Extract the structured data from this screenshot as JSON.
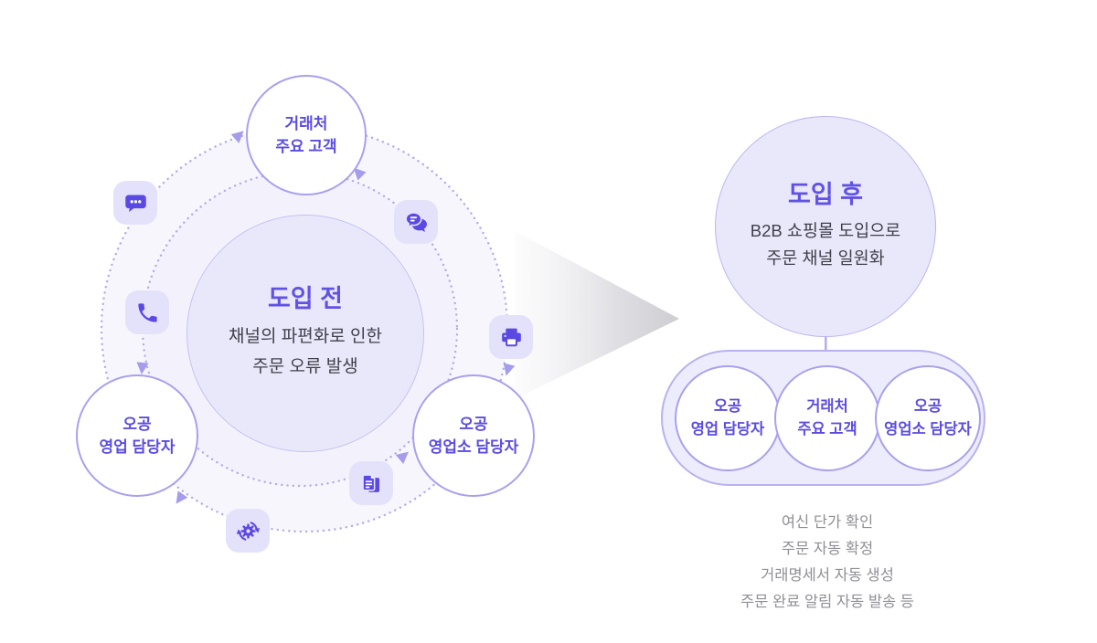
{
  "before": {
    "title": "도입 전",
    "subtitle_line1": "채널의 파편화로 인한",
    "subtitle_line2": "주문 오류 발생",
    "node_top": {
      "line1": "거래처",
      "line2": "주요 고객"
    },
    "node_left": {
      "line1": "오공",
      "line2": "영업 담당자"
    },
    "node_right": {
      "line1": "오공",
      "line2": "영업소 담당자"
    },
    "icons": [
      "chat-dots-icon",
      "chat-double-icon",
      "phone-icon",
      "printer-icon",
      "documents-icon",
      "sync-gear-icon"
    ]
  },
  "after": {
    "title": "도입 후",
    "subtitle_line1": "B2B 쇼핑몰 도입으로",
    "subtitle_line2": "주문 채널 일원화",
    "nodes": [
      {
        "line1": "오공",
        "line2": "영업 담당자"
      },
      {
        "line1": "거래처",
        "line2": "주요 고객"
      },
      {
        "line1": "오공",
        "line2": "영업소 담당자"
      }
    ],
    "benefits": [
      "여신 단가 확인",
      "주문 자동 확정",
      "거래명세서 자동 생성",
      "주문 완료 알림 자동 발송 등"
    ]
  },
  "colors": {
    "accent_purple": "#6152e6",
    "node_text_purple": "#5b4ce0",
    "icon_glyph": "#5b49e3",
    "icon_bg": "#e4e2fb",
    "circle_fill": "#e9e8fa",
    "circle_border": "#c6c0f3",
    "node_border": "#a9a0ee",
    "ring_dots": "#b3abeb",
    "pill_fill": "#edecfc",
    "pill_border": "#b9b1f0",
    "dark_text": "#3f3f4b",
    "gray_text": "#8f8f96",
    "arrow_gray": "#d2d2d6"
  }
}
